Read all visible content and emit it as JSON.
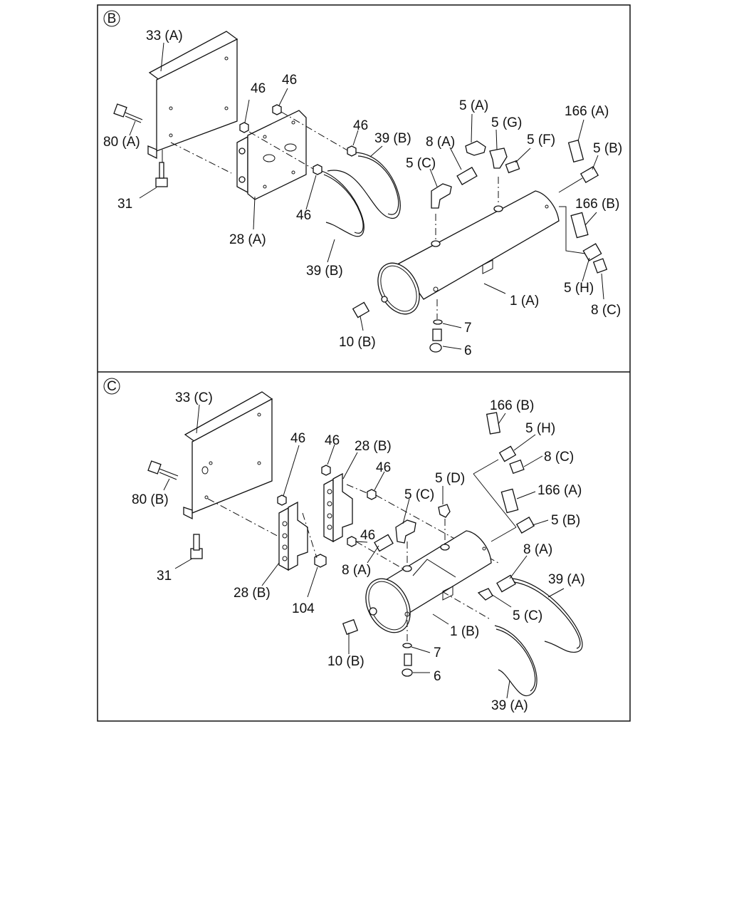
{
  "sections": [
    {
      "marker": "B",
      "labels": {
        "l33": "33 (A)",
        "l80": "80 (A)",
        "l31": "31",
        "l28": "28 (A)",
        "l46a": "46",
        "l46b": "46",
        "l46c": "46",
        "l46d": "46",
        "l39a": "39 (B)",
        "l39b": "39 (B)",
        "l5a": "5 (A)",
        "l5g": "5 (G)",
        "l5f": "5 (F)",
        "l5c": "5 (C)",
        "l8a": "8 (A)",
        "l166a": "166 (A)",
        "l5b": "5 (B)",
        "l166b": "166 (B)",
        "l5h": "5 (H)",
        "l8c": "8 (C)",
        "l1": "1 (A)",
        "l10": "10 (B)",
        "l7": "7",
        "l6": "6"
      }
    },
    {
      "marker": "C",
      "labels": {
        "l33": "33 (C)",
        "l80": "80 (B)",
        "l31": "31",
        "l28a": "28 (B)",
        "l28b": "28 (B)",
        "l46a": "46",
        "l46b": "46",
        "l46c": "46",
        "l46d": "46",
        "l104": "104",
        "l166b": "166 (B)",
        "l5h": "5 (H)",
        "l8c": "8 (C)",
        "l166a": "166 (A)",
        "l5b": "5 (B)",
        "l5d": "5 (D)",
        "l5c1": "5 (C)",
        "l8a1": "8 (A)",
        "l8a2": "8 (A)",
        "l39a1": "39 (A)",
        "l5c2": "5 (C)",
        "l1": "1 (B)",
        "l10": "10 (B)",
        "l7": "7",
        "l6": "6",
        "l39a2": "39 (A)"
      }
    }
  ]
}
